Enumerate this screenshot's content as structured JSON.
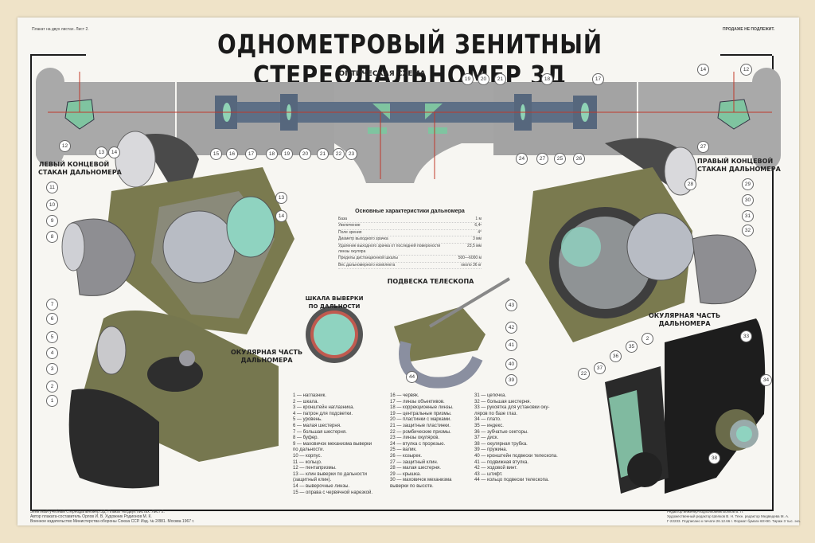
{
  "poster": {
    "sheet_note": "Плакат на двух листах. Лист 2.",
    "sale_note": "ПРОДАЖЕ НЕ ПОДЛЕЖИТ.",
    "title": "ОДНОМЕТРОВЫЙ ЗЕНИТНЫЙ СТЕРЕОДАЛЬНОМЕР 3Д",
    "colors": {
      "background": "#efe3c8",
      "paper": "#f7f6f2",
      "housing_gray": "#a8a8a8",
      "optics_blue": "#5d6f86",
      "prism_green": "#7fc4a0",
      "ray_red": "#c0392b",
      "olive": "#7a7a4f",
      "dark_metal": "#3a3a3a"
    }
  },
  "sections": {
    "optical_scheme": "ОПТИЧЕСКАЯ СХЕМА",
    "left_end": [
      "ЛЕВЫЙ КОНЦЕВОЙ",
      "СТАКАН ДАЛЬНОМЕРА"
    ],
    "right_end": [
      "ПРАВЫЙ КОНЦЕВОЙ",
      "СТАКАН ДАЛЬНОМЕРА"
    ],
    "scale": [
      "ШКАЛА ВЫВЕРКИ",
      "ПО ДАЛЬНОСТИ"
    ],
    "suspension": "ПОДВЕСКА ТЕЛЕСКОПА",
    "eyepiece_left": [
      "ОКУЛЯРНАЯ ЧАСТЬ",
      "ДАЛЬНОМЕРА"
    ],
    "eyepiece_right": [
      "ОКУЛЯРНАЯ ЧАСТЬ",
      "ДАЛЬНОМЕРА"
    ]
  },
  "specs": {
    "title": "Основные характеристики дальномера",
    "rows": [
      {
        "name": "База",
        "value": "1 м"
      },
      {
        "name": "Увеличение",
        "value": "6,4ˣ"
      },
      {
        "name": "Поле зрения",
        "value": "4°"
      },
      {
        "name": "Диаметр выходного зрачка",
        "value": "3 мм"
      },
      {
        "name": "Удаление выходного зрачка от последней поверхности линзы окуляра",
        "value": "23,5 мм"
      },
      {
        "name": "Пределы дистанционной шкалы",
        "value": "500—6000 м"
      },
      {
        "name": "Вес дальномерного комплекта",
        "value": "около 36 кг"
      }
    ]
  },
  "legend": {
    "col1": [
      "1 — наглазник.",
      "2 — шкала.",
      "3 — кронштейн наглазника.",
      "4 — патрон для подсветки.",
      "5 — уровень.",
      "6 — малая шестерня.",
      "7 — большая шестерня.",
      "8 — буфер.",
      "9 — маховичок механизма выверки",
      "      по дальности.",
      "10 — корпус.",
      "11 — кольцо.",
      "12 — пентапризмы.",
      "13 — клин выверки по дальности",
      "      (защитный клин).",
      "14 — выверочные линзы.",
      "15 — оправа с червячной нарезкой."
    ],
    "col2": [
      "16 — червяк.",
      "17 — линзы объективов.",
      "18 — коррекционные линзы.",
      "19 — центральные призмы.",
      "20 — пластинки с марками.",
      "21 — защитные пластинки.",
      "22 — ромбические призмы.",
      "23 — линзы окуляров.",
      "24 — втулка с прорезью.",
      "25 — валик.",
      "26 — козырек.",
      "27 — защитный клин.",
      "28 — малая шестерня.",
      "29 — крышка.",
      "30 — маховичок механизма",
      "      выверки по высоте."
    ],
    "col3": [
      "31 — цепочка.",
      "32 — большая шестерня.",
      "33 — рукоятка для установки оку-",
      "      ляров по базе глаз.",
      "34 — плато.",
      "35 — индекс.",
      "36 — зубчатые секторы.",
      "37 — диск.",
      "38 — окулярная трубка.",
      "39 — пружина.",
      "40 — кронштейн подвески телескопа.",
      "41 — подвижная втулка.",
      "42 — ходовой винт.",
      "43 — штифт.",
      "44 — кольцо подвески телескопа."
    ]
  },
  "callouts": {
    "top": [
      "12",
      "13",
      "14",
      "15",
      "16",
      "17",
      "18",
      "19",
      "20",
      "21",
      "22",
      "23",
      "19",
      "20",
      "21",
      "18",
      "17",
      "14",
      "12",
      "27"
    ],
    "left": [
      "11",
      "10",
      "9",
      "8",
      "7",
      "6",
      "5",
      "4",
      "3",
      "2",
      "1",
      "13",
      "14"
    ],
    "right": [
      "24",
      "27",
      "25",
      "26",
      "28",
      "29",
      "30",
      "31",
      "32"
    ],
    "suspension": [
      "43",
      "42",
      "41",
      "40",
      "39",
      "44"
    ],
    "eyepiece": [
      "2",
      "35",
      "36",
      "37",
      "22",
      "33",
      "34",
      "38"
    ]
  },
  "footer": {
    "left": [
      "Зенитный учебный стереодальномер 3Д. Плакат на двух листах. Лист 2.",
      "Автор плаката-составитель Орлов И. В. Художник Родионов М. К.",
      "Военное издательство Министерства обороны Союза ССР. Изд. № 2/881. Москва 1967 г."
    ],
    "right": [
      "Редактор инженер-подполковник Волков В. П.",
      "Художественный редактор Шелков В. Н. Техн. редактор Медведева М. А.",
      "Г-22233. Подписано к печати 26.12.66 г. Формат бумаги 60×90. Тираж 3 тыс. экз."
    ]
  }
}
